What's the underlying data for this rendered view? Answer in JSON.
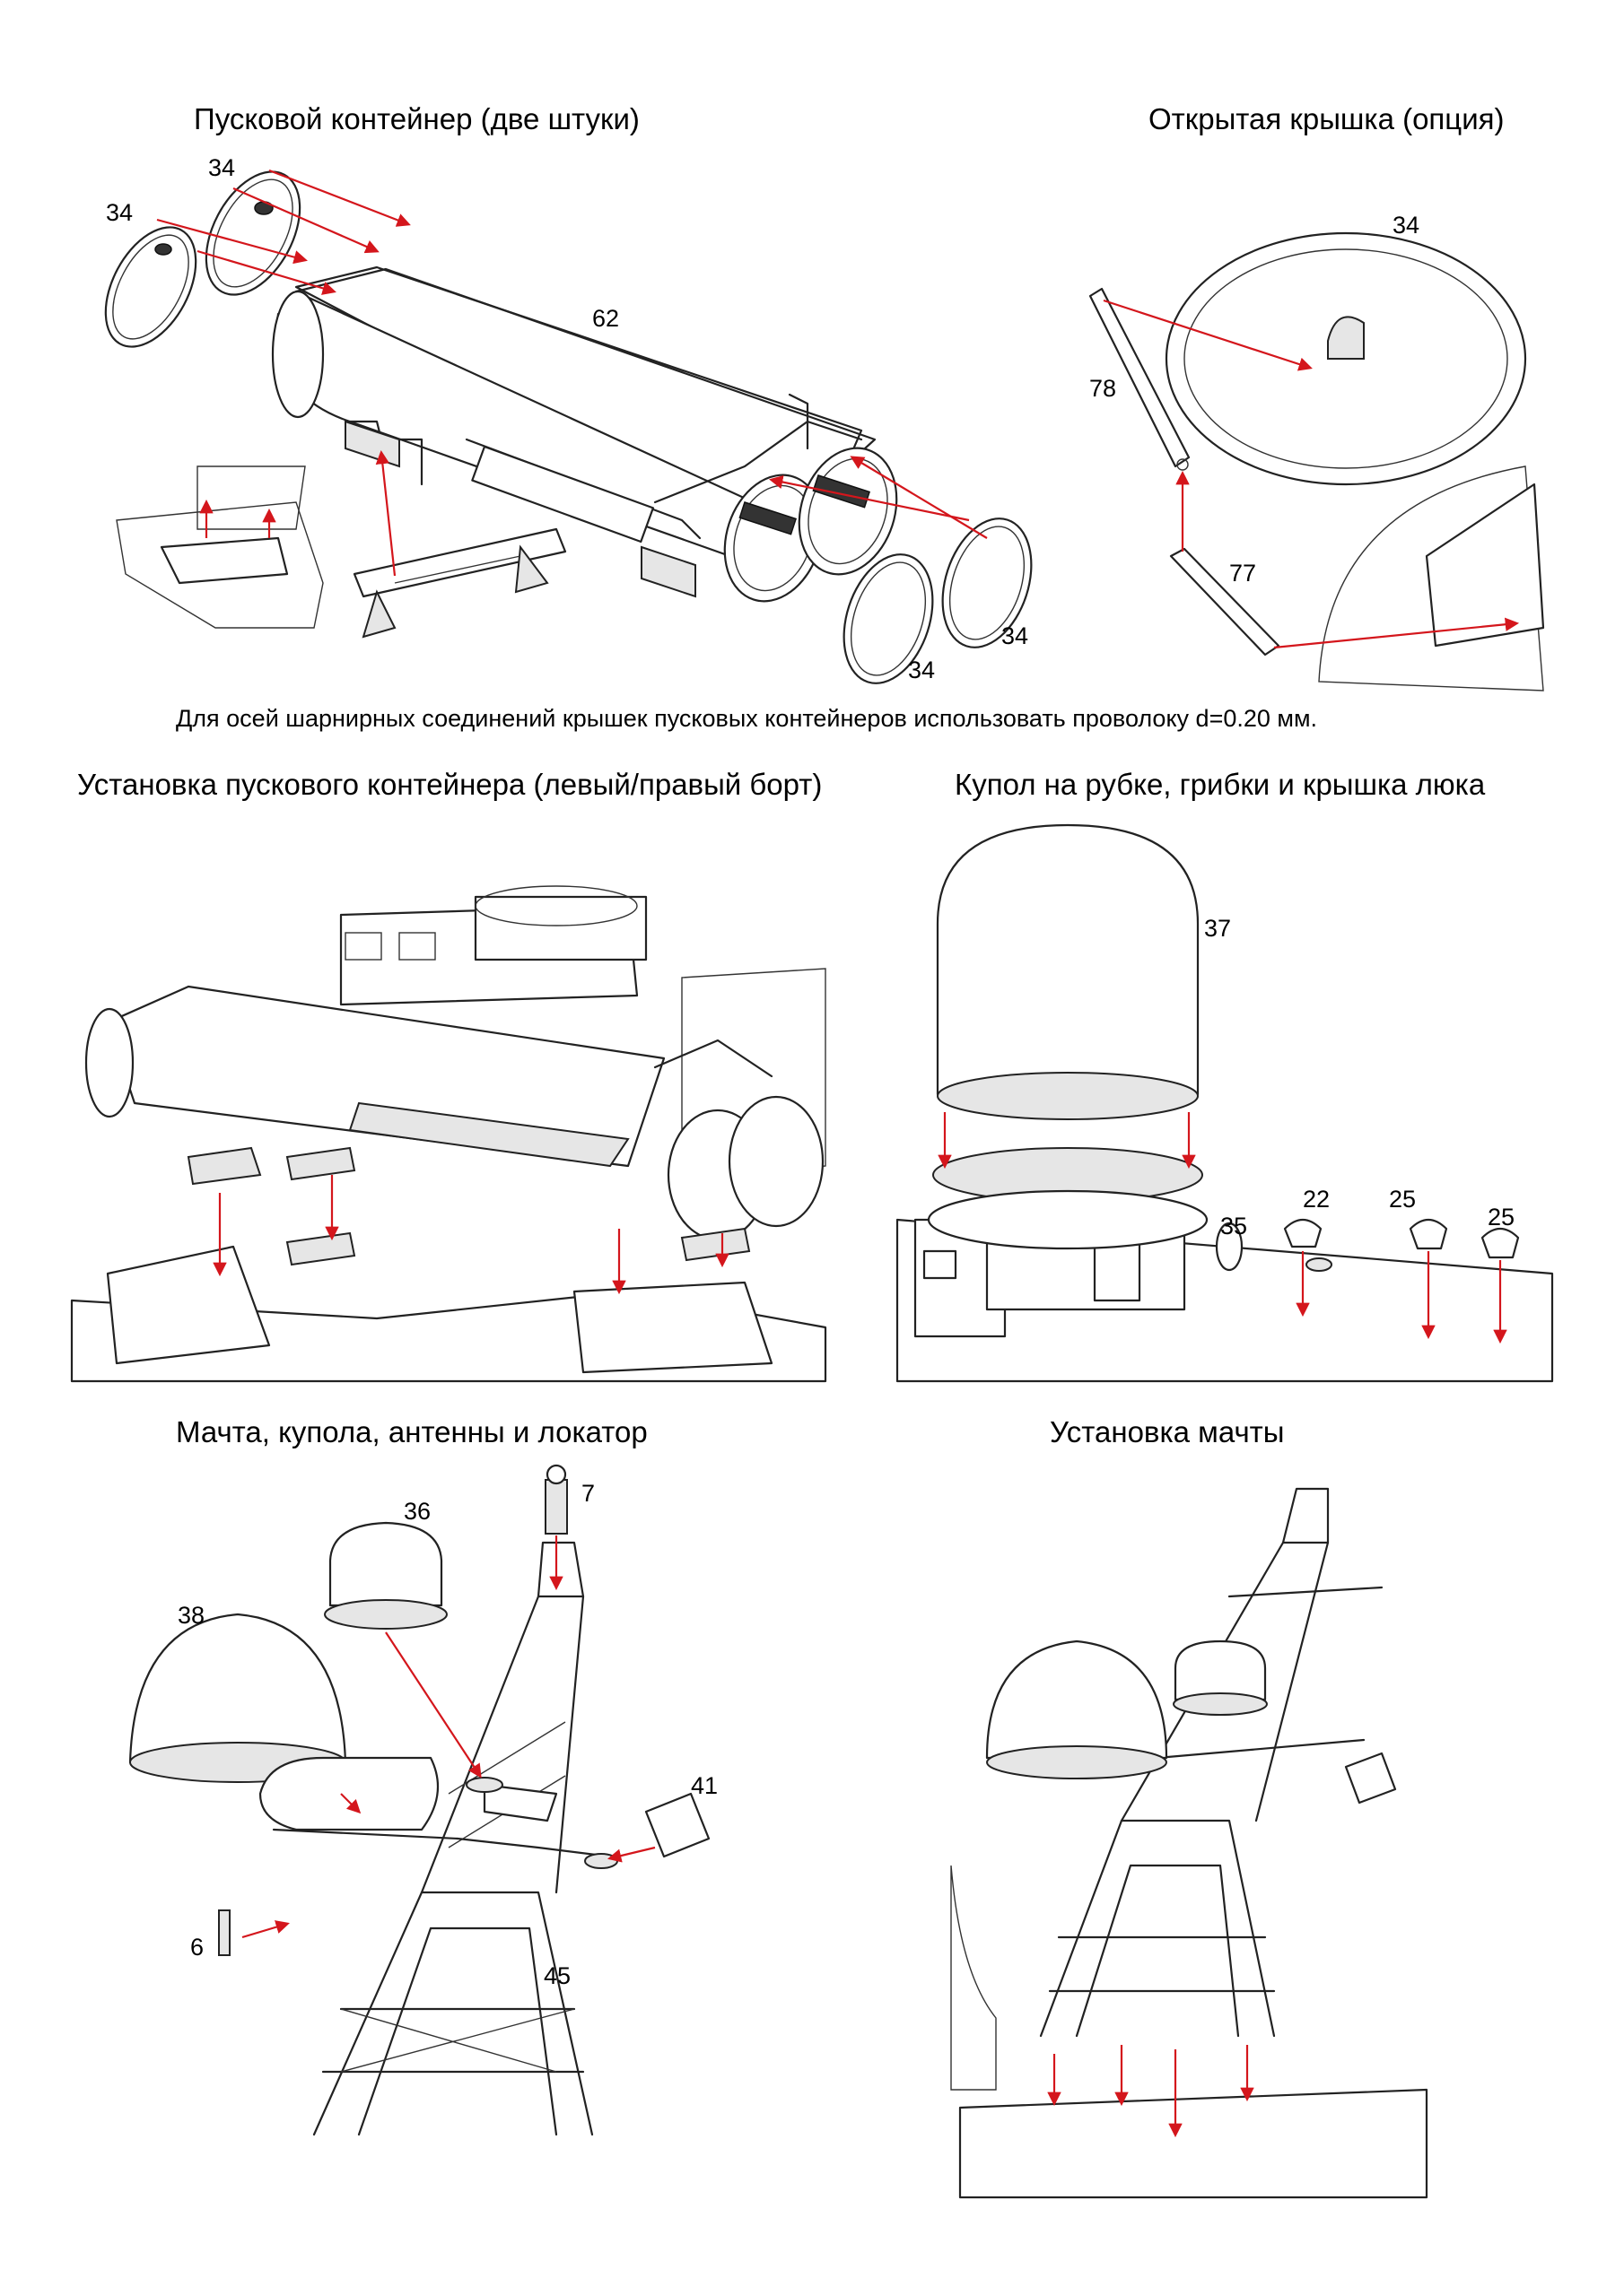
{
  "headings": {
    "launch_container": "Пусковой контейнер  (две штуки)",
    "open_lid": "Открытая крышка (опция)",
    "note": "Для осей шарнирных соединений крышек пусковых контейнеров использовать проволоку d=0.20 мм.",
    "install_container": "Установка пускового контейнера (левый/правый борт)",
    "dome": "Купол на рубке, грибки и крышка люка",
    "mast_parts": "Мачта, купола, антенны и локатор",
    "install_mast": "Установка мачты"
  },
  "part_numbers": {
    "lid_a": "34",
    "lid_b": "34",
    "lid_c": "34",
    "lid_d": "34",
    "container": "62",
    "open_lid": "34",
    "hinge_axis": "78",
    "hinge_arm": "77",
    "dome": "37",
    "hatch": "35",
    "mushroom_a": "22",
    "mushroom_b": "25",
    "mushroom_c": "25",
    "mast_top": "7",
    "mast_dome": "36",
    "big_dome": "38",
    "radar": "41",
    "side_antenna": "6",
    "mast": "45"
  },
  "colors": {
    "arrow": "#d4161c",
    "line": "#222222",
    "background": "#ffffff"
  }
}
